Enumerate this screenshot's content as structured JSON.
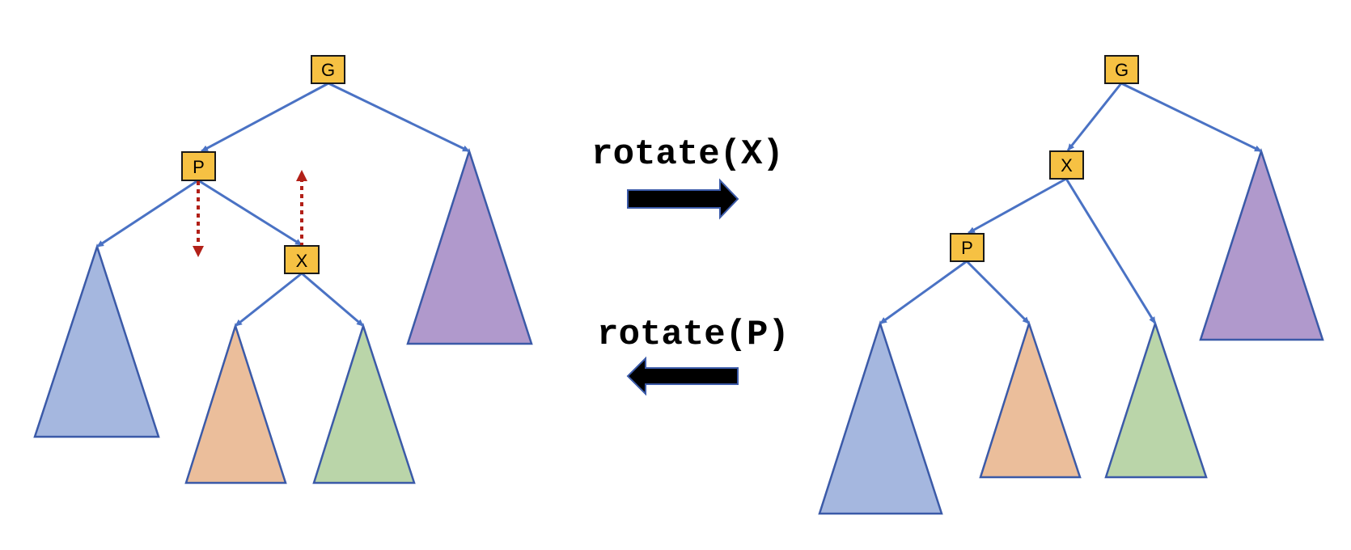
{
  "diagram": {
    "left_tree": {
      "nodes": {
        "g": "G",
        "p": "P",
        "x": "X"
      },
      "subtree_colors": {
        "a": "#a5b7df",
        "b": "#ebbe9b",
        "c": "#bad5a9",
        "d": "#b099cc"
      }
    },
    "right_tree": {
      "nodes": {
        "g": "G",
        "x": "X",
        "p": "P"
      },
      "subtree_colors": {
        "a": "#a5b7df",
        "b": "#ebbe9b",
        "c": "#bad5a9",
        "d": "#b099cc"
      }
    },
    "operations": {
      "forward": "rotate(X)",
      "backward": "rotate(P)"
    },
    "colors": {
      "node_fill": "#f6c143",
      "edge": "#4a72c4",
      "movement_arrow": "#b22018"
    }
  }
}
